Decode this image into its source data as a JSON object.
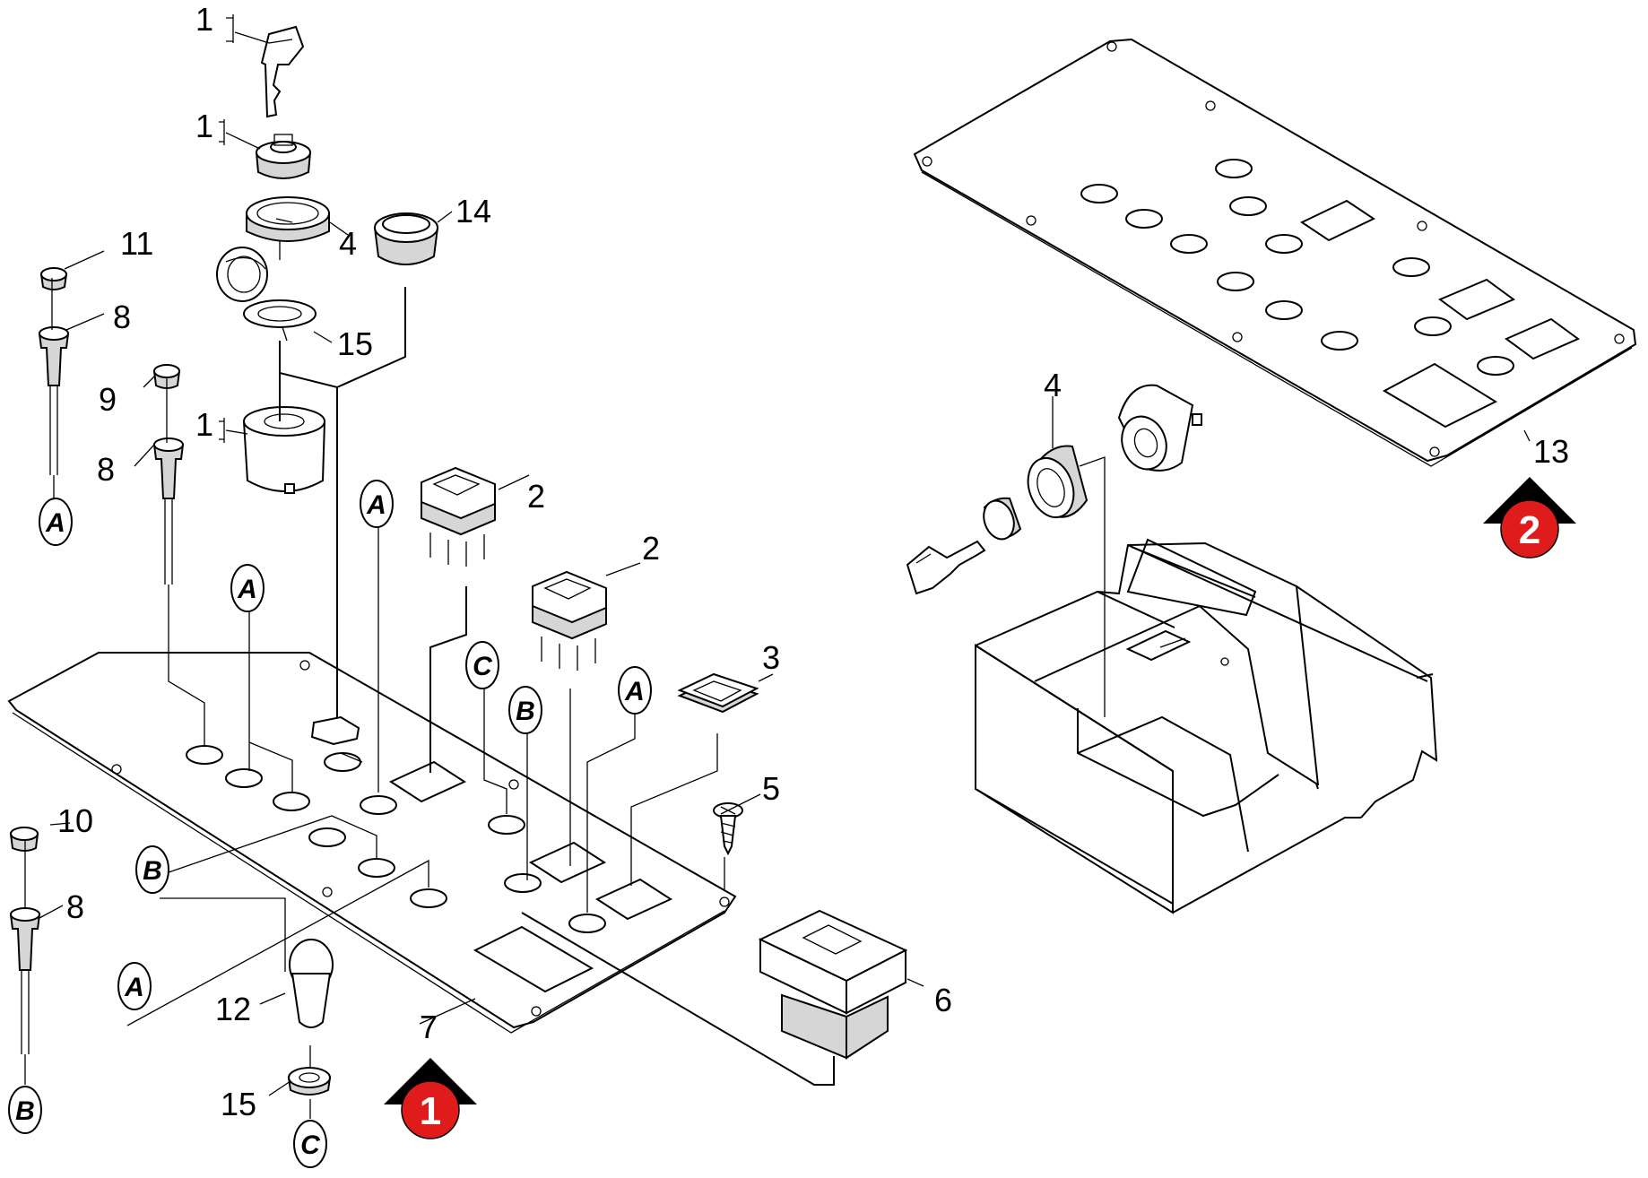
{
  "diagram": {
    "callouts": [
      {
        "id": "c1a",
        "text": "1"
      },
      {
        "id": "c1b",
        "text": "1"
      },
      {
        "id": "c1c",
        "text": "1"
      },
      {
        "id": "c2a",
        "text": "2"
      },
      {
        "id": "c2b",
        "text": "2"
      },
      {
        "id": "c3",
        "text": "3"
      },
      {
        "id": "c4a",
        "text": "4"
      },
      {
        "id": "c4b",
        "text": "4"
      },
      {
        "id": "c5",
        "text": "5"
      },
      {
        "id": "c6",
        "text": "6"
      },
      {
        "id": "c7",
        "text": "7"
      },
      {
        "id": "c8a",
        "text": "8"
      },
      {
        "id": "c8b",
        "text": "8"
      },
      {
        "id": "c8c",
        "text": "8"
      },
      {
        "id": "c9",
        "text": "9"
      },
      {
        "id": "c10",
        "text": "10"
      },
      {
        "id": "c11",
        "text": "11"
      },
      {
        "id": "c12",
        "text": "12"
      },
      {
        "id": "c13",
        "text": "13"
      },
      {
        "id": "c14",
        "text": "14"
      },
      {
        "id": "c15a",
        "text": "15"
      },
      {
        "id": "c15b",
        "text": "15"
      }
    ],
    "connectors": [
      {
        "id": "A1",
        "text": "A"
      },
      {
        "id": "A2",
        "text": "A"
      },
      {
        "id": "A3",
        "text": "A"
      },
      {
        "id": "A4",
        "text": "A"
      },
      {
        "id": "A5",
        "text": "A"
      },
      {
        "id": "B1",
        "text": "B"
      },
      {
        "id": "B2",
        "text": "B"
      },
      {
        "id": "B3",
        "text": "B"
      },
      {
        "id": "C1",
        "text": "C"
      },
      {
        "id": "C2",
        "text": "C"
      }
    ],
    "view_markers": [
      {
        "id": "v1",
        "text": "1"
      },
      {
        "id": "v2",
        "text": "2"
      }
    ],
    "colors": {
      "marker_fill": "#e01b1b",
      "marker_arrow": "#000000",
      "line": "#000000",
      "background": "#ffffff"
    }
  }
}
